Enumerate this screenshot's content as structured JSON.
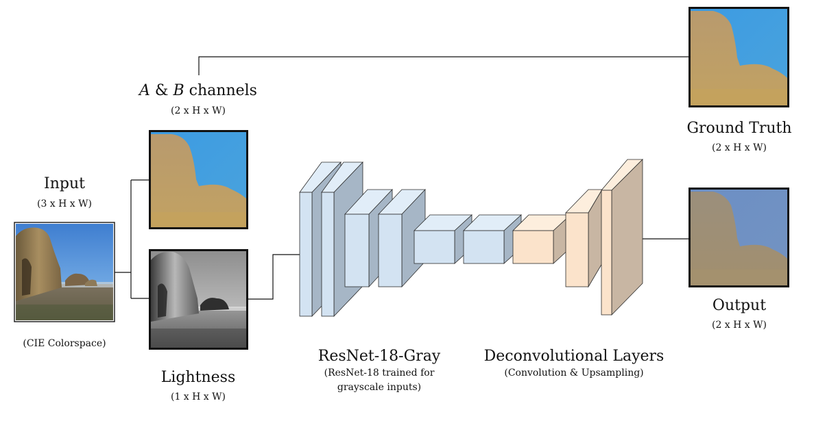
{
  "diagram": {
    "input": {
      "title": "Input",
      "dims": "(3 x H x W)",
      "note": "(CIE Colorspace)"
    },
    "ab_channels": {
      "letter_a": "A",
      "amp": "&",
      "letter_b": "B",
      "word": "channels",
      "dims": "(2 x H x W)"
    },
    "lightness": {
      "title": "Lightness",
      "dims": "(1 x H x W)"
    },
    "resnet": {
      "title": "ResNet-18-Gray",
      "desc_line1": "(ResNet-18 trained for",
      "desc_line2": "grayscale inputs)"
    },
    "deconv": {
      "title": "Deconvolutional Layers",
      "desc": "(Convolution & Upsampling)"
    },
    "ground_truth": {
      "title": "Ground Truth",
      "dims": "(2 x H x W)"
    },
    "output": {
      "title": "Output",
      "dims": "(2 x H x W)"
    }
  },
  "colors": {
    "encoder_face": "#d3e3f2",
    "encoder_side": "#a6b6c6",
    "encoder_top": "#e1edf8",
    "decoder_face": "#fbe3cb",
    "decoder_side": "#c8b6a3",
    "decoder_top": "#fdeedd",
    "line": "#111111",
    "sky_blue": "#3f9be0",
    "rock_tan": "#b9a070",
    "sand": "#c8a35a"
  }
}
